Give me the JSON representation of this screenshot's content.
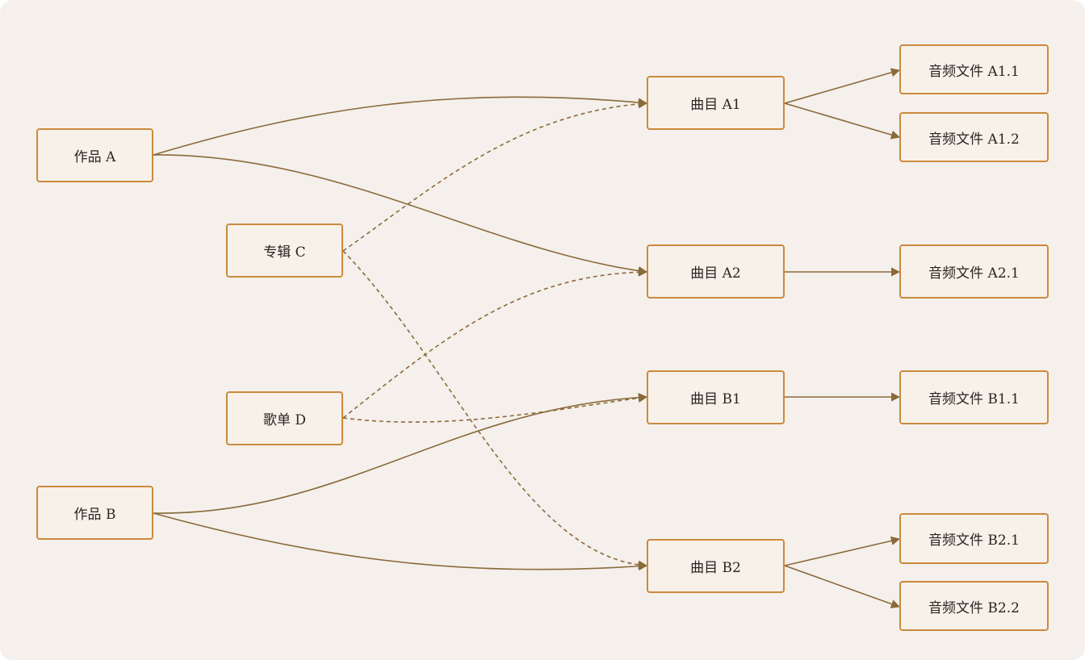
{
  "diagram": {
    "nodes": {
      "work_a": "作品 A",
      "work_b": "作品 B",
      "album_c": "专辑 C",
      "playlist_d": "歌单 D",
      "track_a1": "曲目 A1",
      "track_a2": "曲目 A2",
      "track_b1": "曲目 B1",
      "track_b2": "曲目 B2",
      "file_a1_1": "音频文件 A1.1",
      "file_a1_2": "音频文件 A1.2",
      "file_a2_1": "音频文件 A2.1",
      "file_b1_1": "音频文件 B1.1",
      "file_b2_1": "音频文件 B2.1",
      "file_b2_2": "音频文件 B2.2"
    },
    "edges": [
      {
        "from": "work_a",
        "to": "track_a1",
        "style": "solid"
      },
      {
        "from": "work_a",
        "to": "track_a2",
        "style": "solid"
      },
      {
        "from": "work_b",
        "to": "track_b1",
        "style": "solid"
      },
      {
        "from": "work_b",
        "to": "track_b2",
        "style": "solid"
      },
      {
        "from": "album_c",
        "to": "track_a1",
        "style": "dashed"
      },
      {
        "from": "album_c",
        "to": "track_b2",
        "style": "dashed"
      },
      {
        "from": "playlist_d",
        "to": "track_a2",
        "style": "dashed"
      },
      {
        "from": "playlist_d",
        "to": "track_b1",
        "style": "dashed"
      },
      {
        "from": "track_a1",
        "to": "file_a1_1",
        "style": "solid"
      },
      {
        "from": "track_a1",
        "to": "file_a1_2",
        "style": "solid"
      },
      {
        "from": "track_a2",
        "to": "file_a2_1",
        "style": "solid"
      },
      {
        "from": "track_b1",
        "to": "file_b1_1",
        "style": "solid"
      },
      {
        "from": "track_b2",
        "to": "file_b2_1",
        "style": "solid"
      },
      {
        "from": "track_b2",
        "to": "file_b2_2",
        "style": "solid"
      }
    ],
    "colors": {
      "background": "#f5f0ec",
      "node_border": "#cb8a3c",
      "node_fill": "#f7f1ea",
      "edge": "#8a6a3a",
      "text": "#2a2520"
    }
  }
}
